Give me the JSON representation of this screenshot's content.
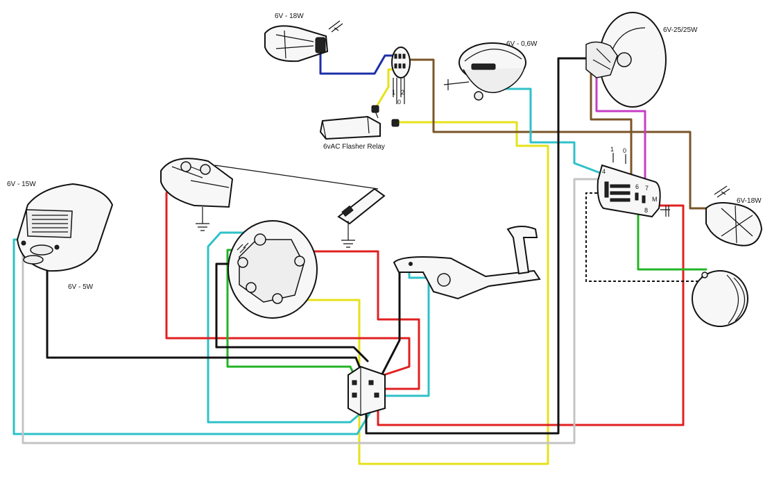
{
  "labels": {
    "headlamp_small_bulb": "6V - 18W",
    "speedo": "6V - 0,6W",
    "headlamp": "6V-25/25W",
    "rear_lamp_top": "6V - 15W",
    "rear_lamp_bottom": "6V - 5W",
    "relay": "6vAC Flasher Relay",
    "right_bulb": "6V-18W",
    "switch_positions": [
      "1",
      "2",
      "0"
    ],
    "junction_numbers": [
      "1",
      "0",
      "4",
      "6",
      "7",
      "8",
      "M"
    ]
  },
  "colors": {
    "blue": "#1c2fa8",
    "yellow": "#e6e21a",
    "brown": "#7a5527",
    "cyan": "#2ec1c8",
    "red": "#e02020",
    "green": "#22b424",
    "black": "#111111",
    "grey": "#c4c4c4",
    "magenta": "#c53ec6"
  }
}
